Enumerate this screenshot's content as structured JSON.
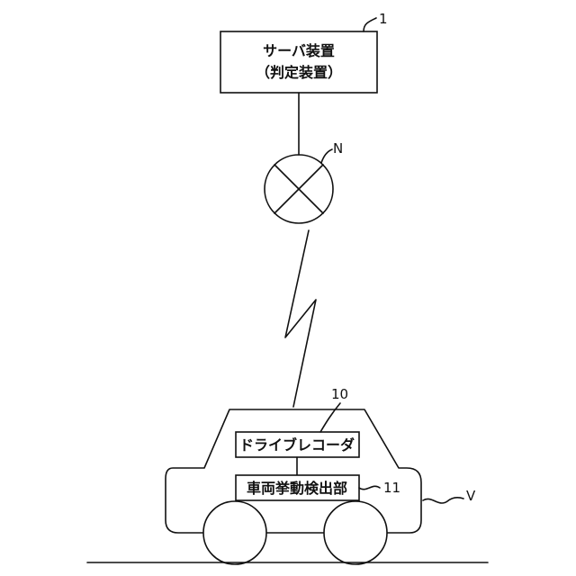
{
  "server": {
    "line1": "サーバ装置",
    "line2": "（判定装置）",
    "ref": "1"
  },
  "network": {
    "ref": "N"
  },
  "recorder": {
    "label": "ドライブレコーダ",
    "ref": "10"
  },
  "detector": {
    "label": "車両挙動検出部",
    "ref": "11"
  },
  "vehicle": {
    "ref": "V"
  }
}
